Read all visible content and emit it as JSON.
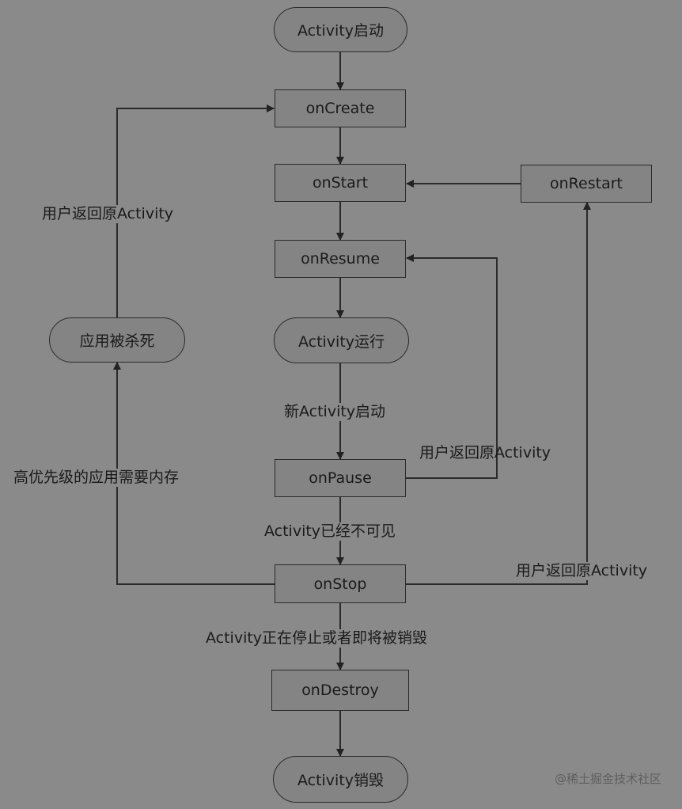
{
  "nodes": {
    "start": "Activity启动",
    "create": "onCreate",
    "start_cb": "onStart",
    "restart": "onRestart",
    "resume": "onResume",
    "running": "Activity运行",
    "killed": "应用被杀死",
    "pause": "onPause",
    "stop": "onStop",
    "destroy": "onDestroy",
    "end": "Activity销毁"
  },
  "edge_labels": {
    "killed_to_create": "用户返回原Activity",
    "running_to_pause": "新Activity启动",
    "pause_to_resume": "用户返回原Activity",
    "memory_needed": "高优先级的应用需要内存",
    "pause_to_stop": "Activity已经不可见",
    "stop_to_restart": "用户返回原Activity",
    "stop_to_destroy": "Activity正在停止或者即将被销毁"
  },
  "watermark": "@稀土掘金技术社区"
}
